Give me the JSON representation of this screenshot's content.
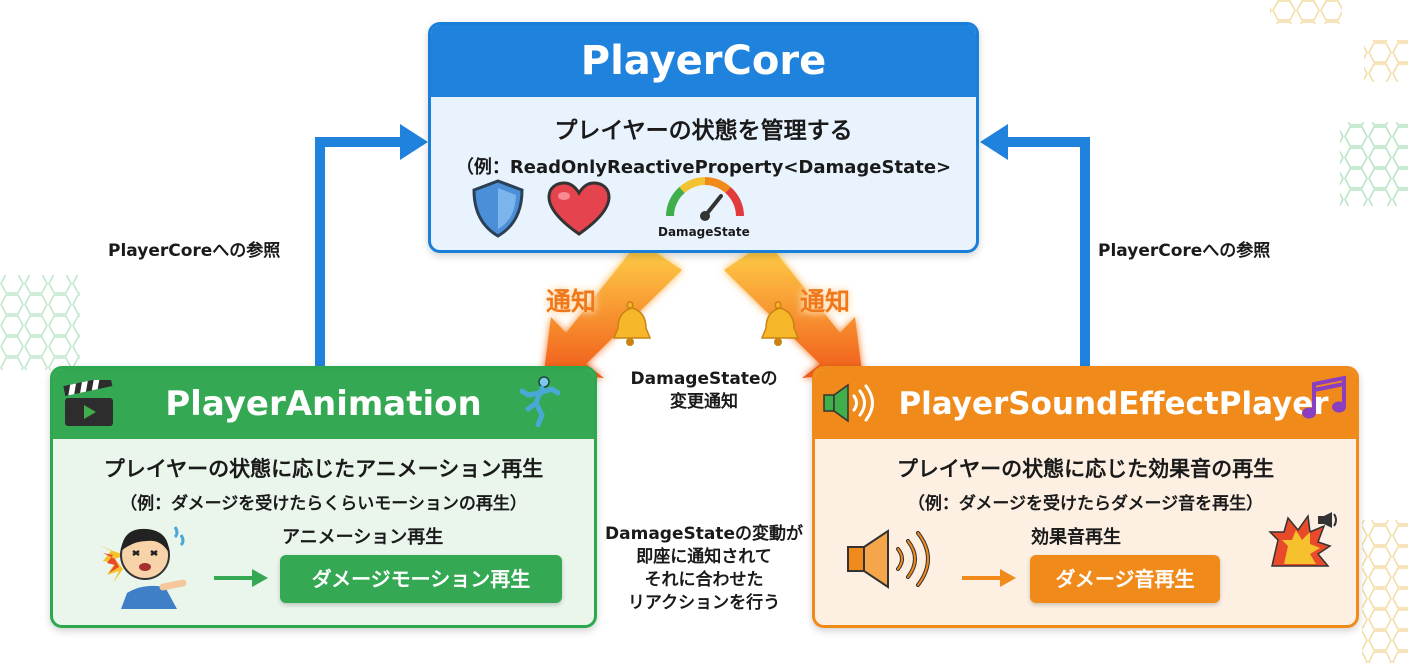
{
  "core": {
    "title": "PlayerCore",
    "description": "プレイヤーの状態を管理する",
    "example": "（例：ReadOnlyReactiveProperty<DamageState>",
    "gauge_label": "DamageState",
    "icons": [
      "shield-icon",
      "heart-icon",
      "gauge-icon"
    ]
  },
  "links": {
    "left_reference": "PlayerCoreへの参照",
    "right_reference": "PlayerCoreへの参照",
    "notify_left": "通知",
    "notify_right": "通知",
    "change_notice": [
      "DamageStateの",
      "変更通知"
    ],
    "reaction_note": [
      "DamageStateの変動が",
      "即座に通知されて",
      "それに合わせた",
      "リアクションを行う"
    ]
  },
  "animation": {
    "title": "PlayerAnimation",
    "description": "プレイヤーの状態に応じたアニメーション再生",
    "example": "（例：ダメージを受けたらくらいモーションの再生）",
    "play_label": "アニメーション再生",
    "action_button": "ダメージモーション再生",
    "icons": [
      "clapperboard-icon",
      "running-figure-icon",
      "hurt-character-icon"
    ]
  },
  "sound": {
    "title": "PlayerSoundEffectPlayer",
    "description": "プレイヤーの状態に応じた効果音の再生",
    "example": "（例：ダメージを受けたらダメージ音を再生）",
    "play_label": "効果音再生",
    "action_button": "ダメージ音再生",
    "icons": [
      "speaker-icon",
      "music-notes-icon",
      "explosion-icon"
    ]
  },
  "colors": {
    "core": "#1f82dc",
    "animation": "#34a853",
    "sound": "#f08a1a",
    "notify": "#f0781a"
  }
}
